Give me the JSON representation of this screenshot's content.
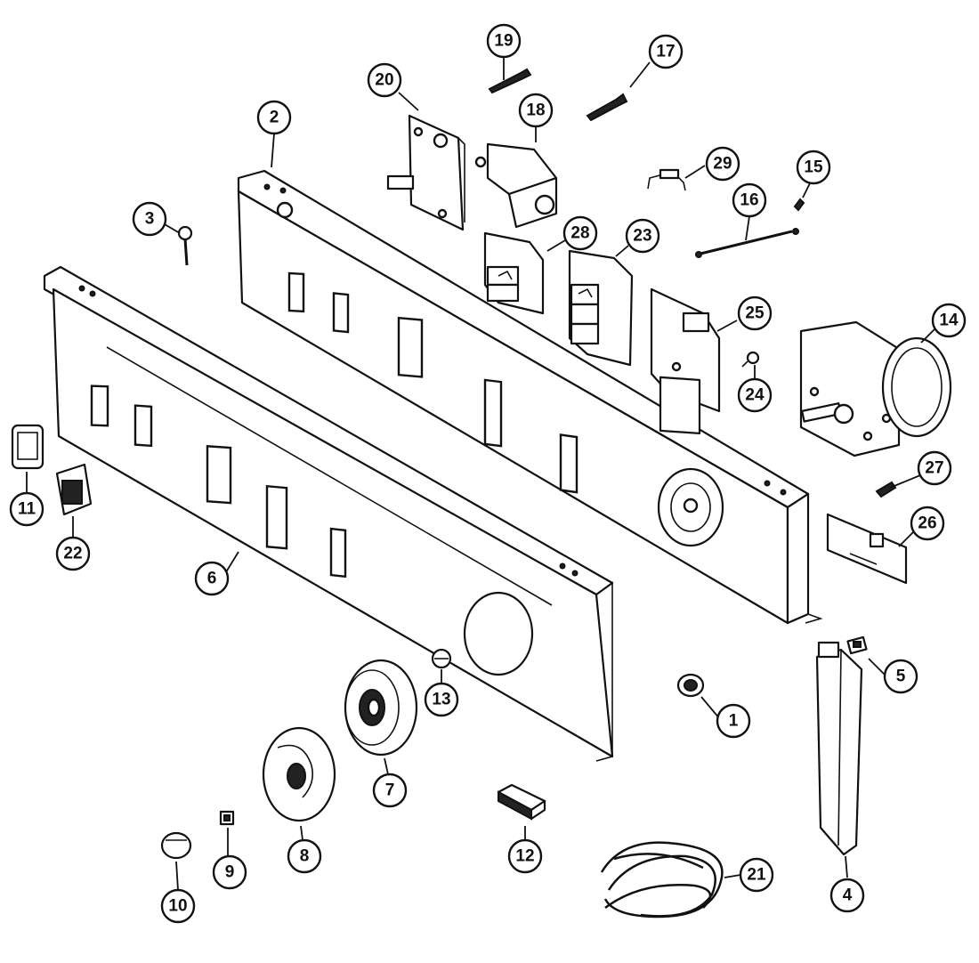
{
  "callouts": [
    {
      "id": "c1",
      "label": "1"
    },
    {
      "id": "c2",
      "label": "2"
    },
    {
      "id": "c3",
      "label": "3"
    },
    {
      "id": "c4",
      "label": "4"
    },
    {
      "id": "c5",
      "label": "5"
    },
    {
      "id": "c6",
      "label": "6"
    },
    {
      "id": "c7",
      "label": "7"
    },
    {
      "id": "c8",
      "label": "8"
    },
    {
      "id": "c9",
      "label": "9"
    },
    {
      "id": "c10",
      "label": "10"
    },
    {
      "id": "c11",
      "label": "11"
    },
    {
      "id": "c12",
      "label": "12"
    },
    {
      "id": "c13",
      "label": "13"
    },
    {
      "id": "c14",
      "label": "14"
    },
    {
      "id": "c15",
      "label": "15"
    },
    {
      "id": "c16",
      "label": "16"
    },
    {
      "id": "c17",
      "label": "17"
    },
    {
      "id": "c18",
      "label": "18"
    },
    {
      "id": "c19",
      "label": "19"
    },
    {
      "id": "c20",
      "label": "20"
    },
    {
      "id": "c21",
      "label": "21"
    },
    {
      "id": "c22",
      "label": "22"
    },
    {
      "id": "c23",
      "label": "23"
    },
    {
      "id": "c24",
      "label": "24"
    },
    {
      "id": "c25",
      "label": "25"
    },
    {
      "id": "c26",
      "label": "26"
    },
    {
      "id": "c27",
      "label": "27"
    },
    {
      "id": "c28",
      "label": "28"
    },
    {
      "id": "c29",
      "label": "29"
    }
  ]
}
